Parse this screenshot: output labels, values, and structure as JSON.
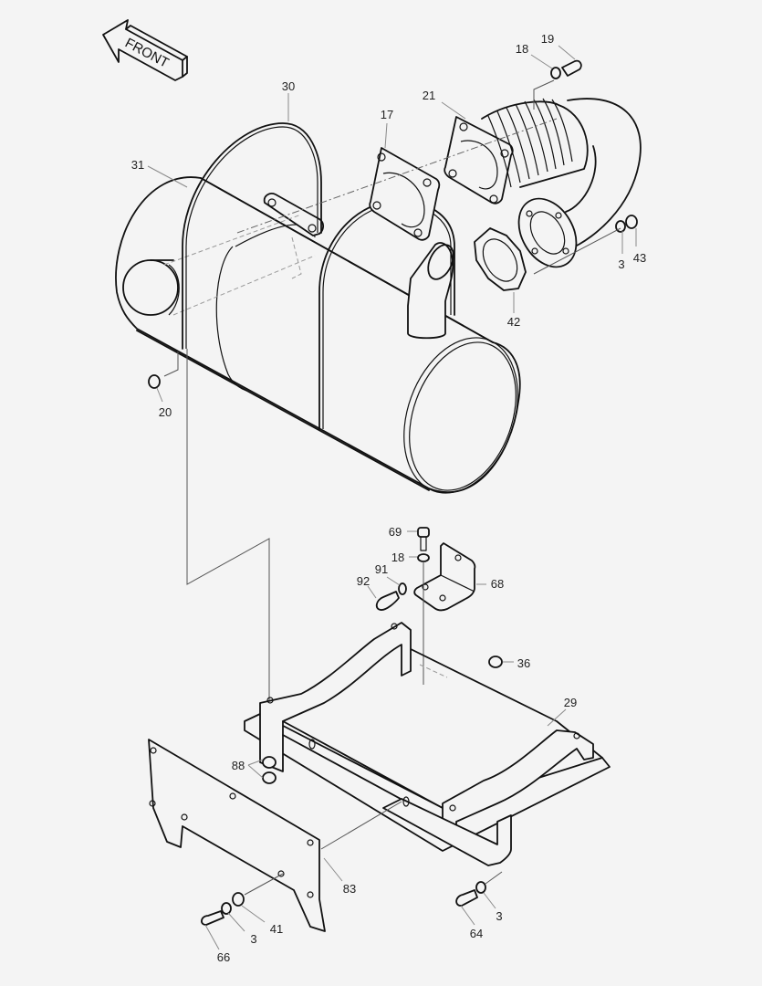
{
  "diagram": {
    "title": "Exhaust muffler and mounting bracket exploded view",
    "background": "#f4f4f4",
    "line_color": "#111111",
    "leader_color": "#8a8a8a",
    "front_indicator": {
      "label": "FRONT",
      "icon": "front-arrow-icon"
    },
    "callouts": [
      {
        "id": "c19",
        "label": "19",
        "part": "bolt"
      },
      {
        "id": "c18a",
        "label": "18",
        "part": "washer"
      },
      {
        "id": "c21",
        "label": "21",
        "part": "flexible exhaust pipe (bellows)"
      },
      {
        "id": "c30",
        "label": "30",
        "part": "U-bolt strap"
      },
      {
        "id": "c17",
        "label": "17",
        "part": "gasket (square flange)"
      },
      {
        "id": "c31",
        "label": "31",
        "part": "muffler"
      },
      {
        "id": "c3a",
        "label": "3",
        "part": "washer"
      },
      {
        "id": "c43",
        "label": "43",
        "part": "nut"
      },
      {
        "id": "c42",
        "label": "42",
        "part": "gasket (round flange)"
      },
      {
        "id": "c20",
        "label": "20",
        "part": "nut"
      },
      {
        "id": "c69",
        "label": "69",
        "part": "bolt"
      },
      {
        "id": "c18b",
        "label": "18",
        "part": "washer"
      },
      {
        "id": "c91",
        "label": "91",
        "part": "washer"
      },
      {
        "id": "c92",
        "label": "92",
        "part": "bolt"
      },
      {
        "id": "c68",
        "label": "68",
        "part": "angle bracket"
      },
      {
        "id": "c36",
        "label": "36",
        "part": "nut"
      },
      {
        "id": "c29",
        "label": "29",
        "part": "muffler mounting bracket"
      },
      {
        "id": "c88",
        "label": "88",
        "part": "nuts"
      },
      {
        "id": "c83",
        "label": "83",
        "part": "support plate"
      },
      {
        "id": "c41",
        "label": "41",
        "part": "flat washer"
      },
      {
        "id": "c3b",
        "label": "3",
        "part": "washer"
      },
      {
        "id": "c66",
        "label": "66",
        "part": "bolt"
      },
      {
        "id": "c3c",
        "label": "3",
        "part": "washer"
      },
      {
        "id": "c64",
        "label": "64",
        "part": "bolt"
      }
    ]
  }
}
